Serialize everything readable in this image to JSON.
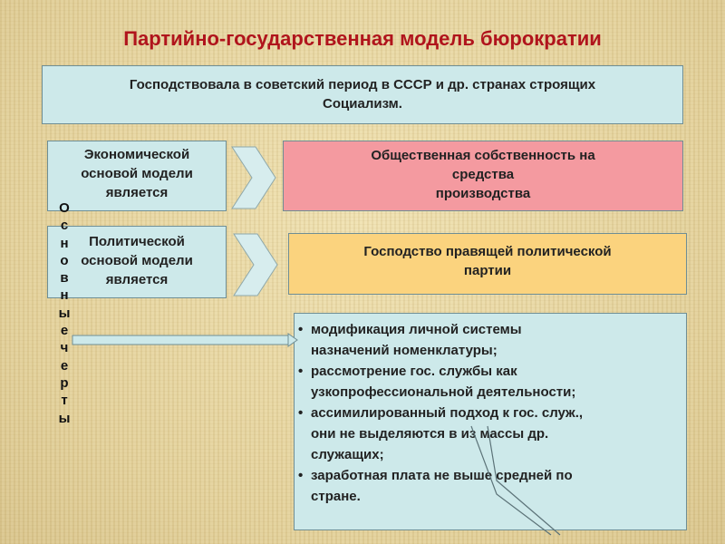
{
  "title": "Партийно-государственная модель бюрократии",
  "intro": {
    "lines": [
      "Господствовала в советский период в СССР и др. странах строящих",
      "Социализм."
    ]
  },
  "economic": {
    "label_lines": [
      "Экономической",
      "основой модели",
      "является"
    ],
    "value_lines": [
      "Общественная собственность на",
      "средства",
      "производства"
    ]
  },
  "political": {
    "label_lines": [
      "Политической",
      "основой модели",
      "является"
    ],
    "value_lines": [
      "Господство правящей политической",
      "партии"
    ]
  },
  "vertical_label": [
    "О",
    "с",
    "н",
    "о",
    "в",
    "н",
    "ы",
    "е",
    "ч",
    "е",
    "р",
    "т",
    "ы"
  ],
  "features": [
    [
      "модификация личной системы",
      "назначений номенклатуры;"
    ],
    [
      "рассмотрение гос. службы как",
      "узкопрофессиональной деятельности;"
    ],
    [
      "ассимилированный подход к гос. служ.,",
      "они не выделяются в из массы др.",
      "служащих;"
    ],
    [
      "заработная плата не выше средней по",
      "стране."
    ]
  ],
  "colors": {
    "title": "#b0141c",
    "blue_box": "#cde9ea",
    "pink_box": "#f49aa0",
    "orange_box": "#fbd37e",
    "chevron": "#d7edee"
  },
  "icons": [
    "chevron-right-icon",
    "chevron-right-icon",
    "callout-arrow"
  ]
}
